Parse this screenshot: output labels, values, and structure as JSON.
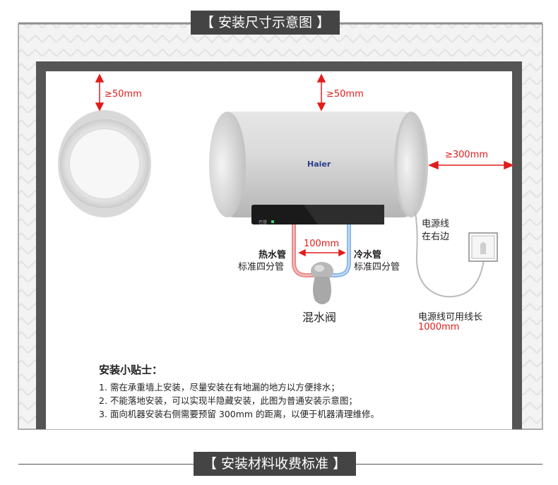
{
  "header": {
    "title": "【 安装尺寸示意图 】"
  },
  "footer": {
    "title": "【 安装材料收费标准 】"
  },
  "dimensions": {
    "top_left": "≥50mm",
    "top_center": "≥50mm",
    "right": "≥300mm",
    "pipe_spacing": "100mm"
  },
  "heater": {
    "brand": "Haier",
    "panel_text": "巴登"
  },
  "pipes": {
    "hot_label": "热水管",
    "hot_sub": "标准四分管",
    "cold_label": "冷水管",
    "cold_sub": "标准四分管",
    "valve_label": "混水阀"
  },
  "power": {
    "line1": "电源线",
    "line2": "在右边",
    "length_label": "电源线可用线长",
    "length_value": "1000mm"
  },
  "tips": {
    "title": "安装小贴士：",
    "items": [
      "1. 需在承重墙上安装，尽量安装在有地漏的地方以方便排水；",
      "2. 不能落地安装，可以实现半隐藏安装，此图为普通安装示意图；",
      "3. 面向机器安装右侧需要预留 300mm 的距离，以便于机器清理维修。"
    ]
  },
  "colors": {
    "hot_pipe": "#e88a8a",
    "cold_pipe": "#8ab8e8",
    "dimension": "#e21b1b",
    "wall": "#555555"
  }
}
